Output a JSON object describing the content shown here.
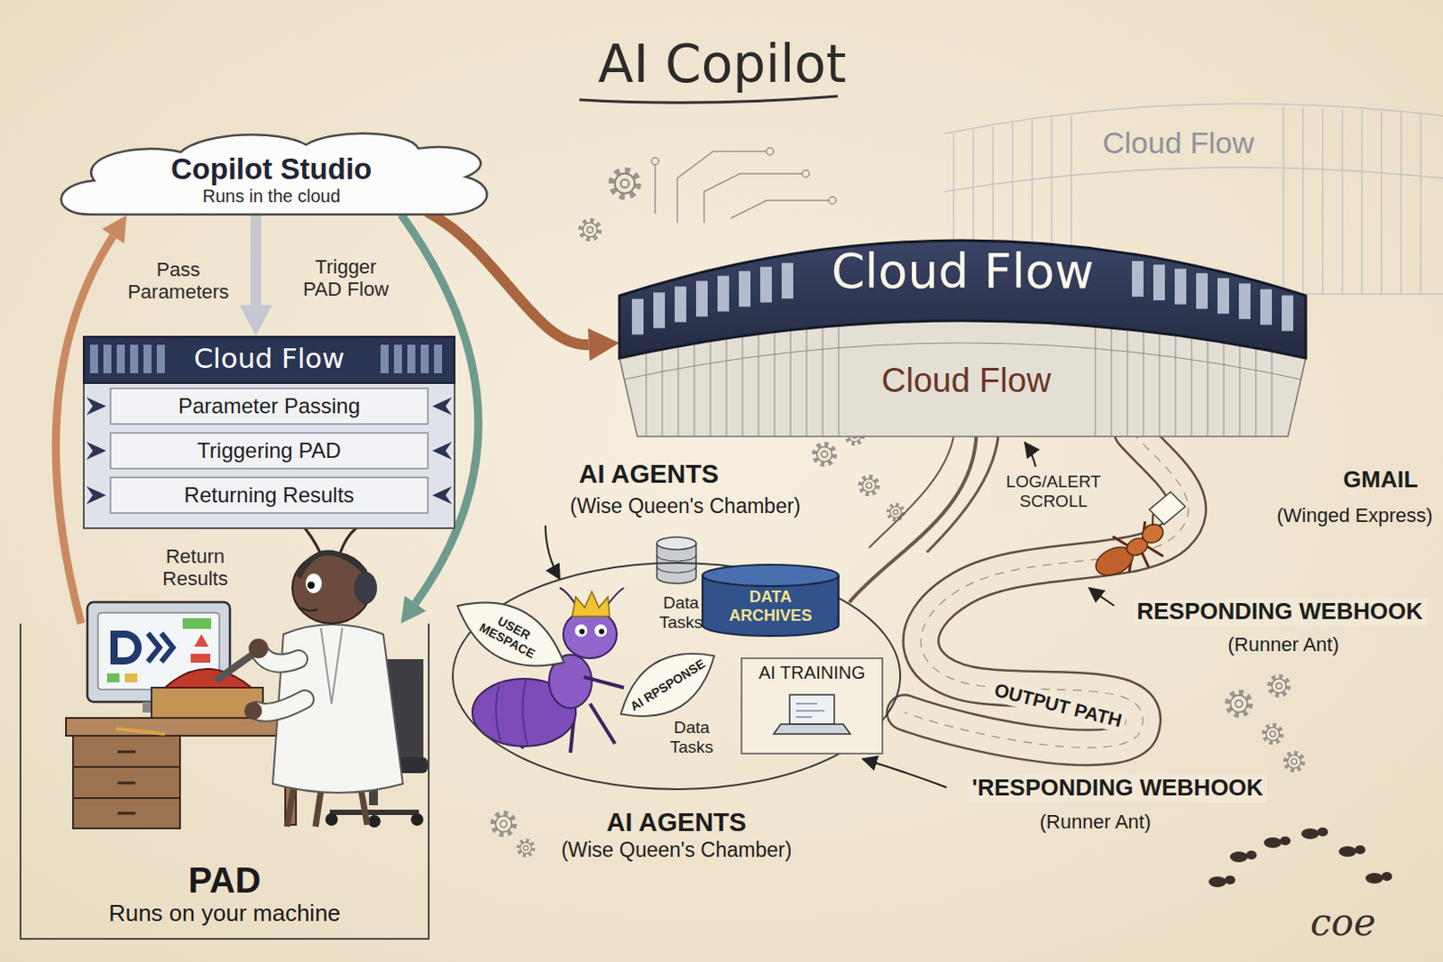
{
  "diagram": {
    "title": "AI Copilot",
    "nodes": [
      {
        "text": [
          "Copilot Studio",
          "Runs in the cloud"
        ]
      },
      {
        "text": [
          "Cloud Flow"
        ]
      },
      {
        "text": [
          "Parameter Passing"
        ],
        "in": 1
      },
      {
        "text": [
          "Triggering PAD"
        ],
        "in": 1
      },
      {
        "text": [
          "Returning Results"
        ],
        "in": 1
      },
      {
        "text": [
          "PAD",
          "Runs on your machine"
        ]
      },
      {
        "text": [
          "Cloud Flow"
        ]
      },
      {
        "text": [
          "AI AGENTS",
          "(Wise Queen's Chamber)"
        ]
      },
      {
        "text": [
          "USER MESPACE"
        ],
        "in": 7
      },
      {
        "text": [
          "DATA ARCHIVES"
        ],
        "in": 7
      },
      {
        "text": [
          "AI RPSPONSE"
        ],
        "in": 7
      },
      {
        "text": [
          "AI TRAINING"
        ],
        "in": 7
      }
    ],
    "edges": [
      {
        "from": 0,
        "to": 1,
        "label": "Trigger PAD Flow",
        "arrow": "to"
      },
      {
        "from": 5,
        "to": 0,
        "label": "Pass Parameters",
        "arrow": "to"
      },
      {
        "from": 0,
        "to": 5,
        "arrow": "to"
      },
      {
        "from": 0,
        "to": 6,
        "arrow": "to"
      },
      {
        "from": 6,
        "to": 7,
        "arrow": "none"
      }
    ],
    "labels": [
      "Return Results",
      "Cloud Flow",
      "Cloud Flow",
      "AI AGENTS",
      "(Wise Queen's Chamber)",
      "Data Tasks",
      "Data Tasks",
      "LOG/ALERT SCROLL",
      "GMAIL",
      "(Winged Express)",
      "RESPONDING WEBHOOK",
      "(Runner Ant)",
      "'RESPONDING WEBHOOK",
      "(Runner Ant)",
      "OUTPUT PATH",
      "coe"
    ]
  }
}
